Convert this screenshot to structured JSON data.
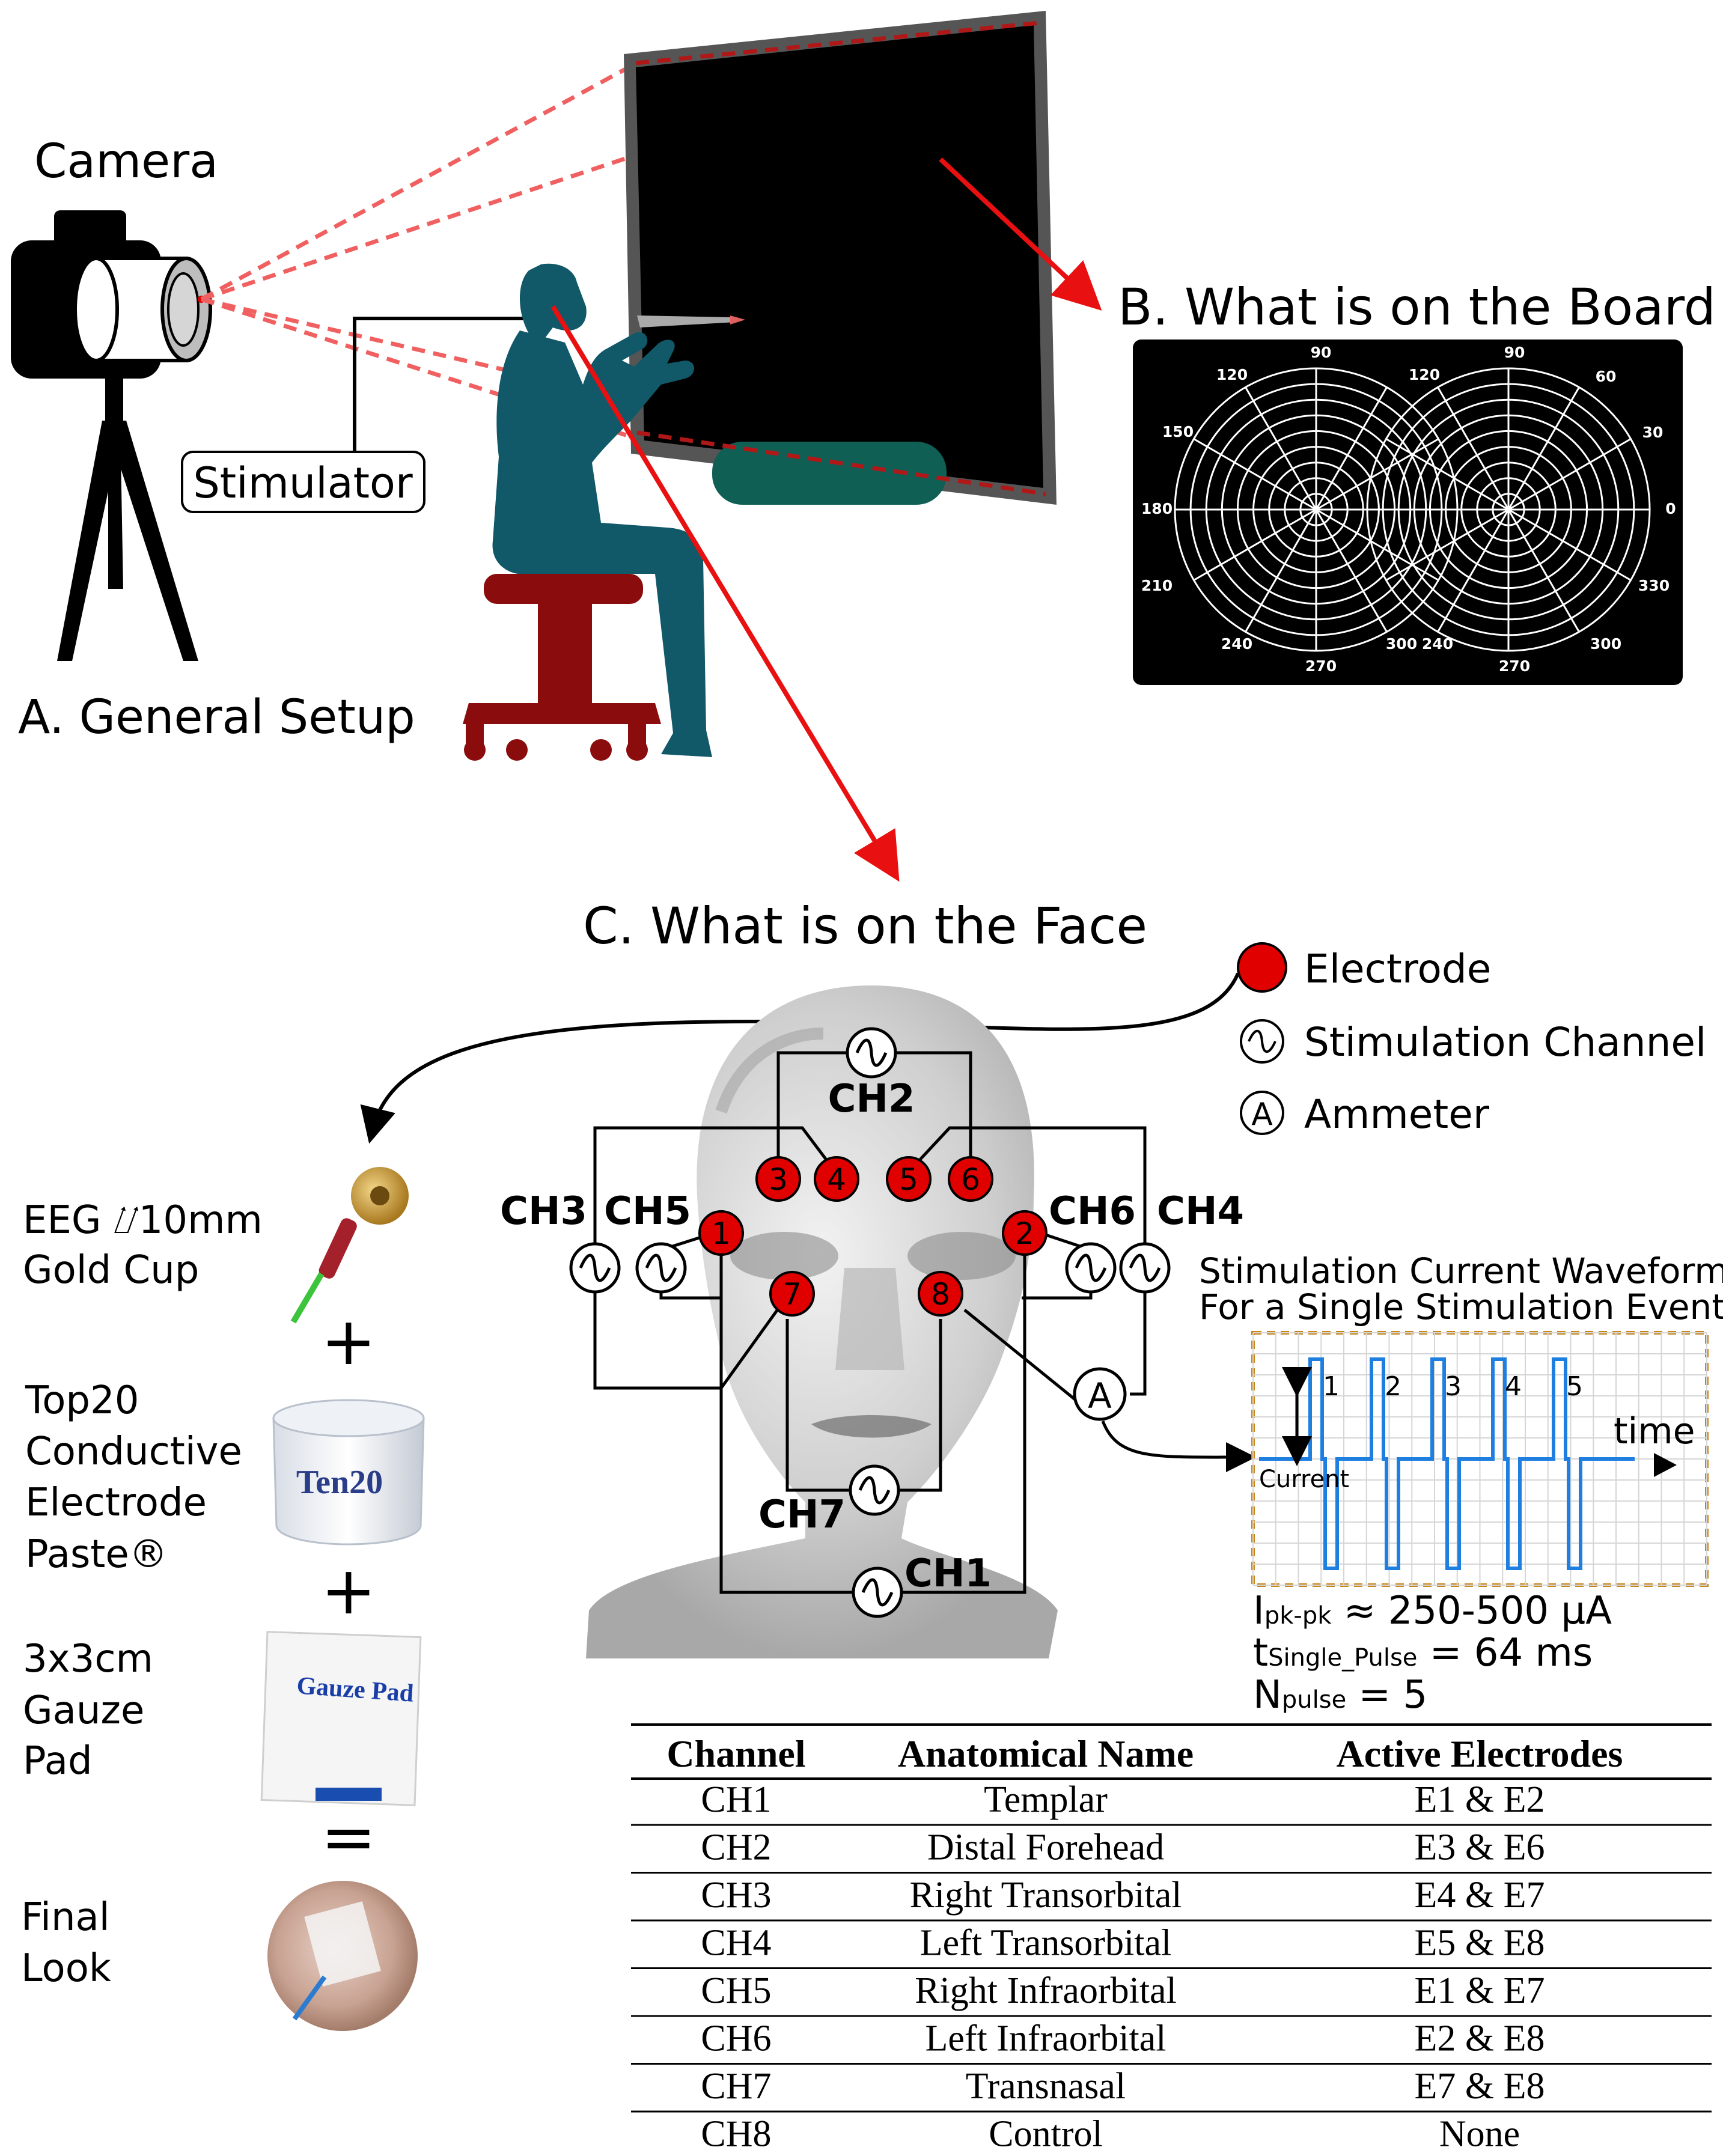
{
  "panel_a": {
    "camera_label": "Camera",
    "stimulator_label": "Stimulator",
    "title": "A. General Setup"
  },
  "panel_b": {
    "title": "B. What is on the Board",
    "angles": [
      "90",
      "120",
      "60",
      "150",
      "30",
      "180",
      "0",
      "210",
      "330",
      "240",
      "300",
      "270",
      "120",
      "90",
      "300",
      "240",
      "270"
    ]
  },
  "panel_c": {
    "title": "C. What is on the Face",
    "legend": {
      "electrode": "Electrode",
      "channel": "Stimulation Channel",
      "ammeter": "Ammeter",
      "ammeter_symbol": "A"
    },
    "channels": {
      "ch1": "CH1",
      "ch2": "CH2",
      "ch3": "CH3",
      "ch4": "CH4",
      "ch5": "CH5",
      "ch6": "CH6",
      "ch7": "CH7"
    },
    "electrodes": [
      "1",
      "2",
      "3",
      "4",
      "5",
      "6",
      "7",
      "8"
    ]
  },
  "materials": {
    "eeg": [
      "EEG ⌰10mm",
      "Gold Cup"
    ],
    "paste": [
      "Top20",
      "Conductive",
      "Electrode",
      "Paste®"
    ],
    "paste_brand": "Ten20",
    "gauze": [
      "3x3cm",
      "Gauze",
      "Pad"
    ],
    "gauze_brand": "Gauze Pad",
    "final": [
      "Final",
      "Look"
    ],
    "plus": "+",
    "equals": "="
  },
  "waveform": {
    "title_line1": "Stimulation Current Waveform",
    "title_line2": "For a Single Stimulation Event",
    "pulse_labels": [
      "1",
      "2",
      "3",
      "4",
      "5"
    ],
    "current_label": "Current",
    "time_label": "time",
    "ipk_base": "I",
    "ipk_sub": "pk-pk",
    "ipk_value": " ≈ 250-500 µA",
    "t_base": "t",
    "t_sub": "Single_Pulse",
    "t_value": " = 64 ms",
    "n_base": "N",
    "n_sub": "pulse",
    "n_value": " = 5"
  },
  "table": {
    "headers": [
      "Channel",
      "Anatomical Name",
      "Active Electrodes"
    ],
    "rows": [
      [
        "CH1",
        "Templar",
        "E1 & E2"
      ],
      [
        "CH2",
        "Distal Forehead",
        "E3 & E6"
      ],
      [
        "CH3",
        "Right Transorbital",
        "E4 & E7"
      ],
      [
        "CH4",
        "Left Transorbital",
        "E5 & E8"
      ],
      [
        "CH5",
        "Right Infraorbital",
        "E1 & E7"
      ],
      [
        "CH6",
        "Left Infraorbital",
        "E2 & E8"
      ],
      [
        "CH7",
        "Transnasal",
        "E7 & E8"
      ],
      [
        "CH8",
        "Control",
        "None"
      ]
    ]
  },
  "colors": {
    "electrode_red": "#e00000",
    "arrow_red": "#e81010",
    "beam_red": "#f06060",
    "person_teal": "#115868",
    "stool_red": "#8a0c0c",
    "eraser_green": "#0f5f55",
    "wave_blue": "#1f7fe0",
    "wave_border": "#c8861c"
  }
}
